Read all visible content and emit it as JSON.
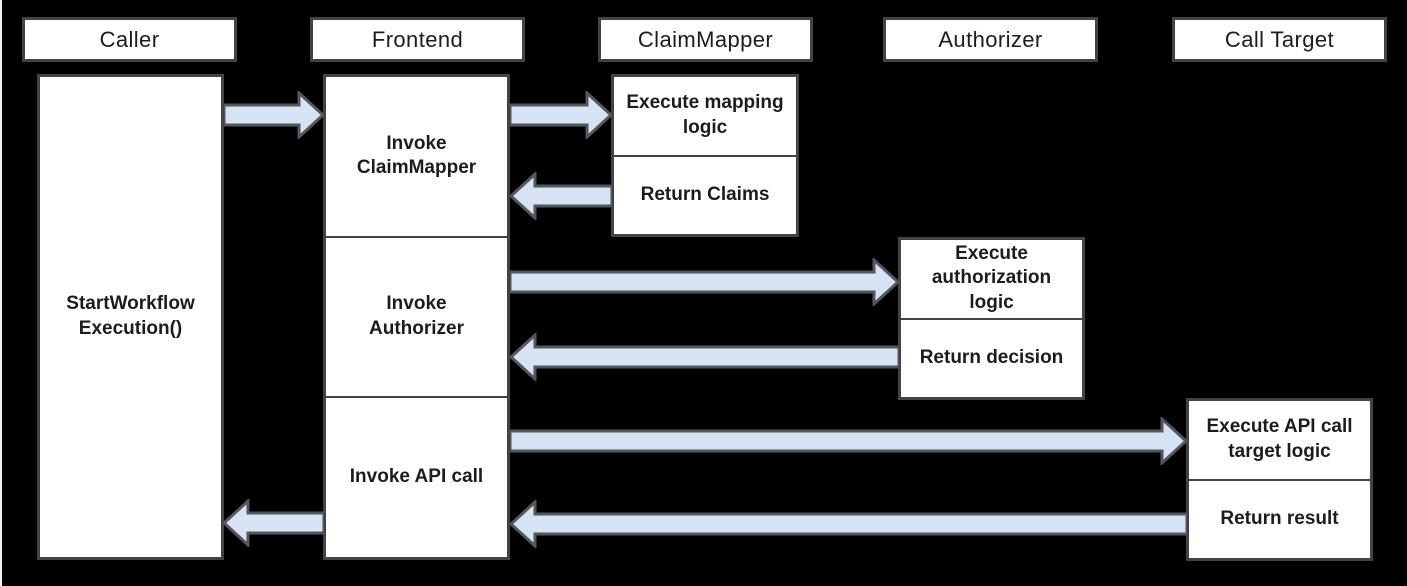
{
  "colors": {
    "background": "#000000",
    "box_fill": "#ffffff",
    "box_border": "#434343",
    "arrow_fill": "#d5e3f5",
    "arrow_stroke": "#53565b",
    "text": "#1c1c1c"
  },
  "lifelines": [
    {
      "id": "caller",
      "label": "Caller"
    },
    {
      "id": "frontend",
      "label": "Frontend"
    },
    {
      "id": "claimmapper",
      "label": "ClaimMapper"
    },
    {
      "id": "authorizer",
      "label": "Authorizer"
    },
    {
      "id": "calltarget",
      "label": "Call Target"
    }
  ],
  "activations": {
    "caller": {
      "label": "StartWorkflow Execution()"
    },
    "frontend": {
      "sections": [
        {
          "label": "Invoke ClaimMapper"
        },
        {
          "label": "Invoke Authorizer"
        },
        {
          "label": "Invoke API call"
        }
      ]
    },
    "claimmapper": {
      "sections": [
        {
          "label": "Execute mapping logic"
        },
        {
          "label": "Return Claims"
        }
      ]
    },
    "authorizer": {
      "sections": [
        {
          "label": "Execute authorization logic"
        },
        {
          "label": "Return decision"
        }
      ]
    },
    "calltarget": {
      "sections": [
        {
          "label": "Execute API call target logic"
        },
        {
          "label": "Return result"
        }
      ]
    }
  },
  "flows": [
    {
      "from": "Caller",
      "to": "Frontend",
      "direction": "right"
    },
    {
      "from": "Frontend",
      "to": "ClaimMapper",
      "direction": "right"
    },
    {
      "from": "ClaimMapper",
      "to": "Frontend",
      "direction": "left"
    },
    {
      "from": "Frontend",
      "to": "Authorizer",
      "direction": "right"
    },
    {
      "from": "Authorizer",
      "to": "Frontend",
      "direction": "left"
    },
    {
      "from": "Frontend",
      "to": "Call Target",
      "direction": "right"
    },
    {
      "from": "Call Target",
      "to": "Frontend",
      "direction": "left"
    },
    {
      "from": "Frontend",
      "to": "Caller",
      "direction": "left"
    }
  ]
}
